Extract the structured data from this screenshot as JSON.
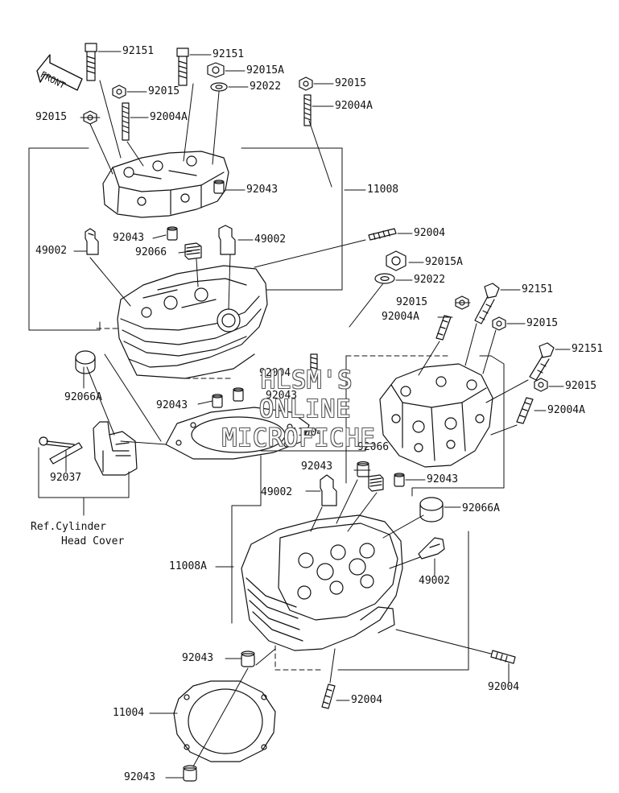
{
  "labels": {
    "l_92151a": "92151",
    "l_92151b": "92151",
    "l_92015a": "92015",
    "l_92015Aa": "92015A",
    "l_92022a": "92022",
    "l_92015b": "92015",
    "l_92004Aa": "92004A",
    "l_92015c": "92015",
    "l_92004Ab": "92004A",
    "l_11008": "11008",
    "l_92043a": "92043",
    "l_92043b": "92043",
    "l_49002a": "49002",
    "l_49002b": "49002",
    "l_92066a": "92066",
    "l_92004a": "92004",
    "l_92015Ab": "92015A",
    "l_92022b": "92022",
    "l_92151c": "92151",
    "l_92015d": "92015",
    "l_92004Ac": "92004A",
    "l_92015e": "92015",
    "l_92151d": "92151",
    "l_92015f": "92015",
    "l_92004Ad": "92004A",
    "l_92066Aa": "92066A",
    "l_92004b": "92004",
    "l_92043c": "92043",
    "l_92043d": "92043",
    "l_11004a": "11004",
    "l_92066b": "92066",
    "l_92043e": "92043",
    "l_92043f": "92043",
    "l_92037": "92037",
    "l_49002c": "49002",
    "l_92066Ab": "92066A",
    "l_11008A": "11008A",
    "l_49002d": "49002",
    "l_92043g": "92043",
    "l_92004c": "92004",
    "l_92004d": "92004",
    "l_11004b": "11004",
    "l_92043h": "92043"
  },
  "front_arrow": "FRONT",
  "ref_note": {
    "line1": "Ref.Cylinder",
    "line2": "Head Cover"
  },
  "watermark": {
    "line1": "HLSM'S",
    "line2": "ONLINE",
    "line3": "MICROFICHE"
  }
}
